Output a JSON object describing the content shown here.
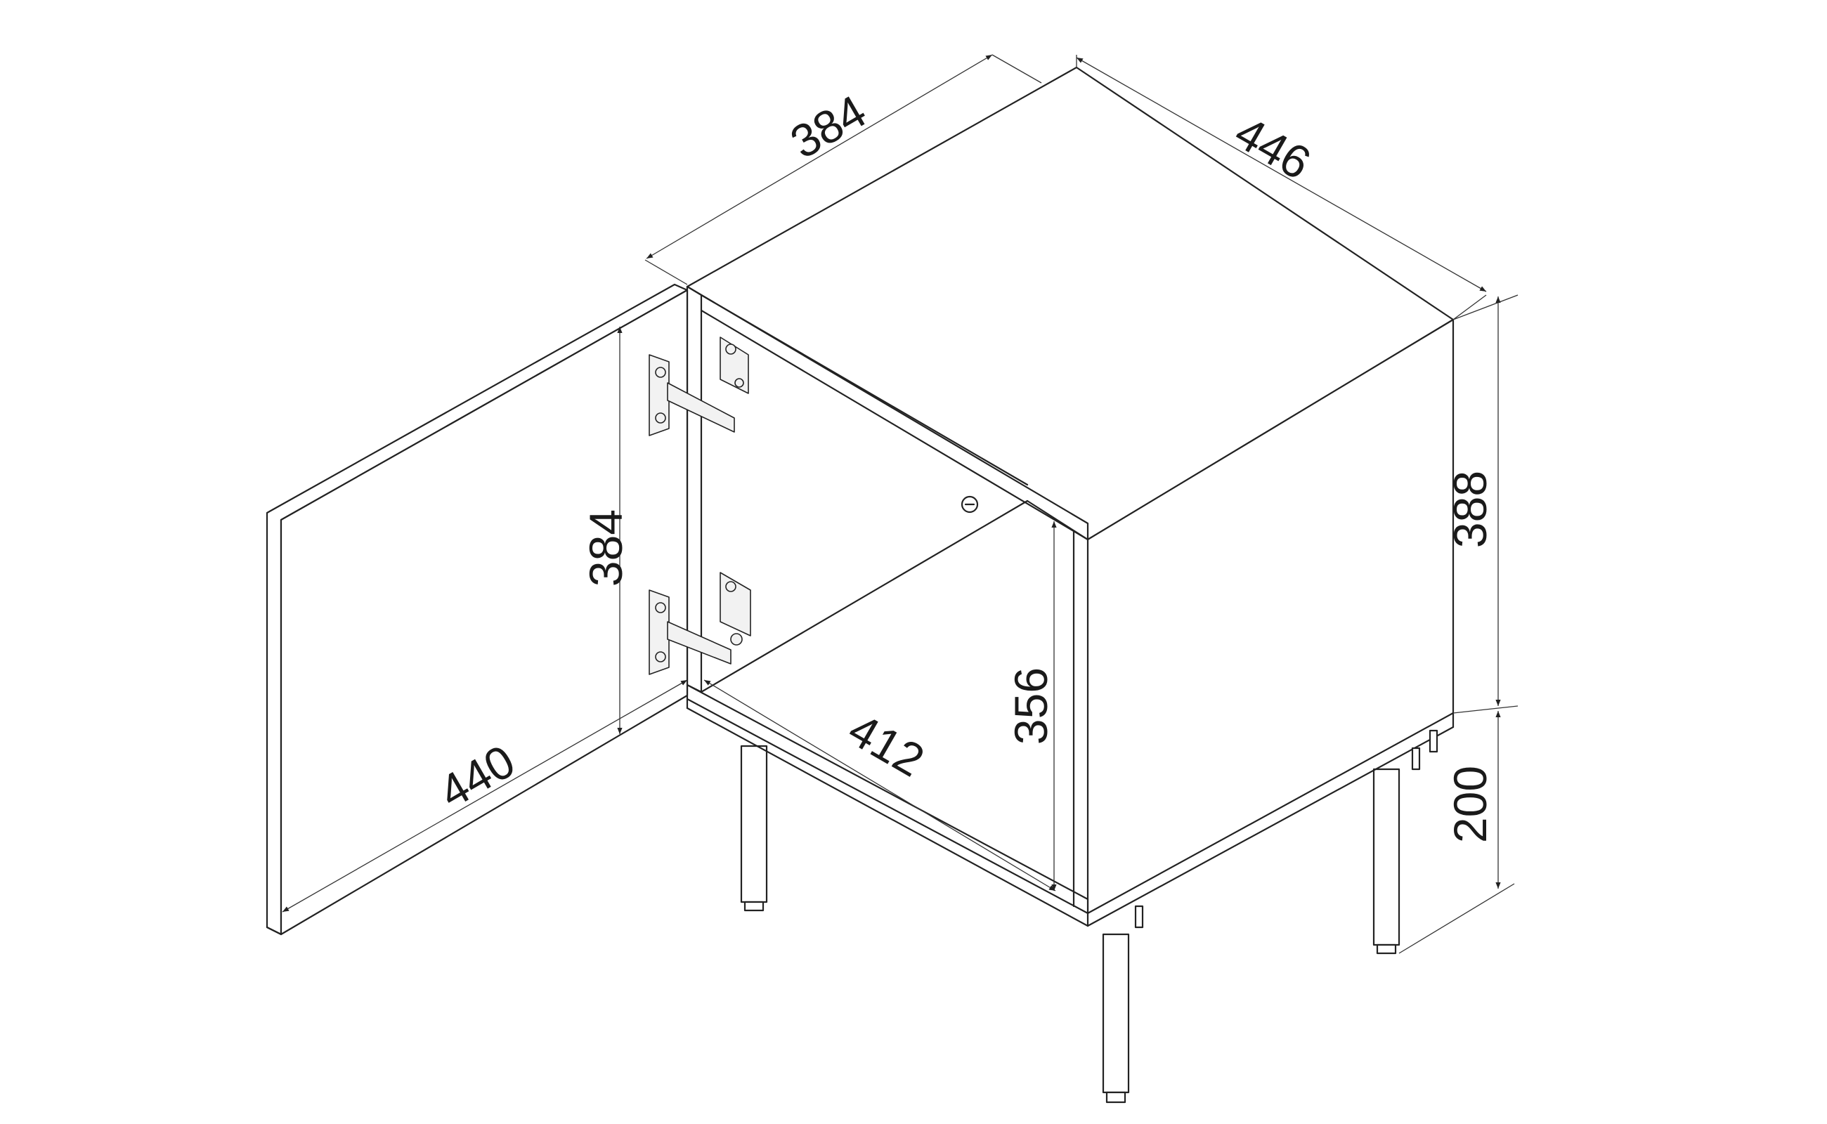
{
  "dimensions": {
    "top_width": "384",
    "top_depth": "446",
    "cabinet_height": "388",
    "door_height": "384",
    "inner_height": "356",
    "inner_width": "412",
    "door_width": "440",
    "leg_height": "200"
  },
  "colors": {
    "line": "#222222",
    "background": "#ffffff"
  }
}
